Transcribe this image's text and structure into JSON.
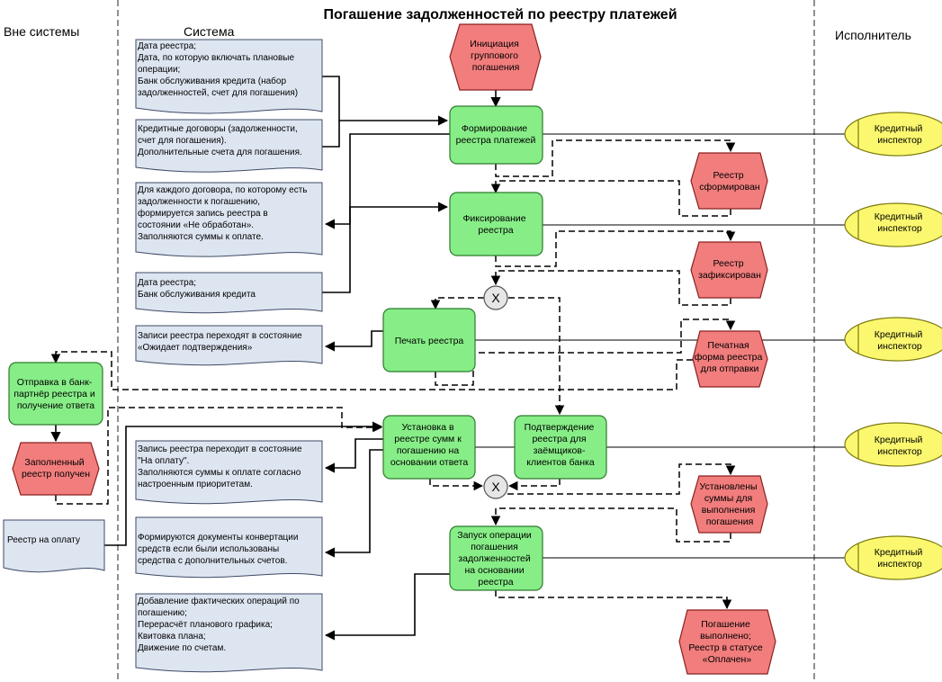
{
  "title": "Погашение задолженностей по реестру платежей",
  "lanes": {
    "outside": "Вне системы",
    "system": "Система",
    "executor": "Исполнитель"
  },
  "documents": {
    "d1": [
      "Дата реестра;",
      "Дата, по которую включать плановые",
      "операции;",
      "Банк обслуживания кредита (набор",
      "задолженностей, счет для погашения)"
    ],
    "d2": [
      "Кредитные договоры (задолженности,",
      "счет для погашения).",
      "Дополнительные счета для погашения."
    ],
    "d3": [
      "Для каждого договора, по которому есть",
      "задолженности к погашению,",
      "формируется запись реестра в",
      "состоянии «Не обработан».",
      "Заполняются суммы к оплате."
    ],
    "d4": [
      "Дата реестра;",
      "Банк обслуживания кредита"
    ],
    "d5": [
      "Записи реестра переходят в состояние",
      "«Ожидает подтверждения»"
    ],
    "d6": [
      "Запись реестра переходит в состояние",
      "\"На оплату\".",
      "Заполняются суммы к оплате согласно",
      "настроенным приоритетам."
    ],
    "d7": [
      "Формируются документы конвертации",
      "средств если были использованы",
      "средства с дополнительных счетов."
    ],
    "d8": [
      "Добавление фактических операций по",
      "погашению;",
      "Перерасчёт планового графика;",
      "Квитовка плана;",
      "Движение по счетам."
    ],
    "d9": [
      "Реестр на оплату"
    ]
  },
  "functions": {
    "f1": [
      "Формирование",
      "реестра платежей"
    ],
    "f2": [
      "Фиксирование",
      "реестра"
    ],
    "f3": [
      "Печать реестра"
    ],
    "f4": [
      "Установка в",
      "реестре сумм к",
      "погашению на",
      "основании ответа"
    ],
    "f5": [
      "Подтверждение",
      "реестра для",
      "заёмщиков-",
      "клиентов банка"
    ],
    "f6": [
      "Запуск операции",
      "погашения",
      "задолженностей",
      "на основании",
      "реестра"
    ],
    "f7": [
      "Отправка в банк-",
      "партнёр реестра и",
      "получение ответа"
    ]
  },
  "events": {
    "e0": [
      "Инициация",
      "группового",
      "погашения"
    ],
    "e1": [
      "Реестр",
      "сформирован"
    ],
    "e2": [
      "Реестр",
      "зафиксирован"
    ],
    "e3": [
      "Печатная",
      "форма реестра",
      "для отправки"
    ],
    "e4": [
      "Установлены",
      "суммы для",
      "выполнения",
      "погашения"
    ],
    "e5": [
      "Погашение",
      "выполнено;",
      "Реестр в статусе",
      "«Оплачен»"
    ],
    "e6": [
      "Заполненный",
      "реестр получен"
    ]
  },
  "roles": {
    "r1": [
      "Кредитный",
      "инспектор"
    ],
    "r2": [
      "Кредитный",
      "инспектор"
    ],
    "r3": [
      "Кредитный",
      "инспектор"
    ],
    "r4": [
      "Кредитный",
      "инспектор"
    ],
    "r5": [
      "Кредитный",
      "инспектор"
    ]
  },
  "connectors": {
    "xor1": "X",
    "xor2": "X"
  }
}
